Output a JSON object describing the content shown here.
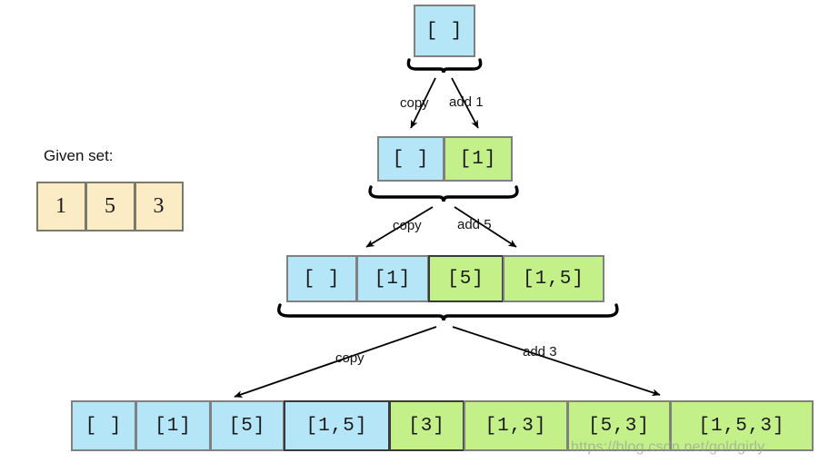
{
  "diagram": {
    "title_label": "Given set:",
    "given_set": [
      "1",
      "5",
      "3"
    ],
    "watermark": "https://blog.csdn.net/goldgirly",
    "colors": {
      "blue": "#b5e6f7",
      "green": "#c4f08a",
      "cream": "#fcecc6",
      "border": "#808080",
      "line": "#000000"
    },
    "levels": [
      {
        "name": "level-0",
        "cells": [
          {
            "text": "[ ]",
            "color": "blue"
          }
        ]
      },
      {
        "name": "level-1",
        "cells": [
          {
            "text": "[ ]",
            "color": "blue"
          },
          {
            "text": "[1]",
            "color": "green"
          }
        ]
      },
      {
        "name": "level-2",
        "cells": [
          {
            "text": "[ ]",
            "color": "blue"
          },
          {
            "text": "[1]",
            "color": "blue"
          },
          {
            "text": "[5]",
            "color": "green"
          },
          {
            "text": "[1,5]",
            "color": "green"
          }
        ]
      },
      {
        "name": "level-3",
        "cells": [
          {
            "text": "[ ]",
            "color": "blue"
          },
          {
            "text": "[1]",
            "color": "blue"
          },
          {
            "text": "[5]",
            "color": "blue"
          },
          {
            "text": "[1,5]",
            "color": "blue"
          },
          {
            "text": "[3]",
            "color": "green"
          },
          {
            "text": "[1,3]",
            "color": "green"
          },
          {
            "text": "[5,3]",
            "color": "green"
          },
          {
            "text": "[1,5,3]",
            "color": "green"
          }
        ]
      }
    ],
    "transitions": [
      {
        "left_label": "copy",
        "right_label": "add 1"
      },
      {
        "left_label": "copy",
        "right_label": "add 5"
      },
      {
        "left_label": "copy",
        "right_label": "add 3"
      }
    ]
  }
}
